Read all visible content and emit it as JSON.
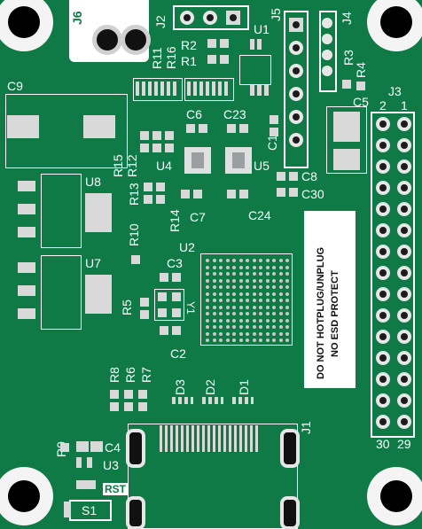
{
  "board": {
    "colors": {
      "mask": "#0f7a45",
      "silk": "#ffffff",
      "pad": "#d9d9d9",
      "hole": "#000000"
    }
  },
  "labels": {
    "j6": "J6",
    "j6_plus": "+",
    "j2": "J2",
    "j5": "J5",
    "j4": "J4",
    "j3": "J3",
    "j1": "J1",
    "r11": "R11",
    "r16": "R16",
    "r2": "R2",
    "r1": "R1",
    "u1": "U1",
    "r3": "R3",
    "r4": "R4",
    "c9": "C9",
    "c6": "C6",
    "c23": "C23",
    "c5": "C5",
    "c1": "C1",
    "r15": "R15",
    "r12": "R12",
    "u4": "U4",
    "u5": "U5",
    "c8": "C8",
    "c30": "C30",
    "u8": "U8",
    "r13": "R13",
    "r14": "R14",
    "c7": "C7",
    "c24": "C24",
    "r10": "R10",
    "u2": "U2",
    "u7": "U7",
    "c3": "C3",
    "r5": "R5",
    "y1": "Y1",
    "c2": "C2",
    "r8": "R8",
    "r6": "R6",
    "r7": "R7",
    "d3": "D3",
    "d2": "D2",
    "d1": "D1",
    "r9": "R9",
    "c4": "C4",
    "u3": "U3",
    "rst": "RST",
    "s1": "S1",
    "pin2": "2",
    "pin1": "1",
    "pin30": "30",
    "pin29": "29"
  },
  "warning": {
    "line1": "DO NOT HOTPLUG/UNPLUG",
    "line2": "NO ESD PROTECT"
  }
}
